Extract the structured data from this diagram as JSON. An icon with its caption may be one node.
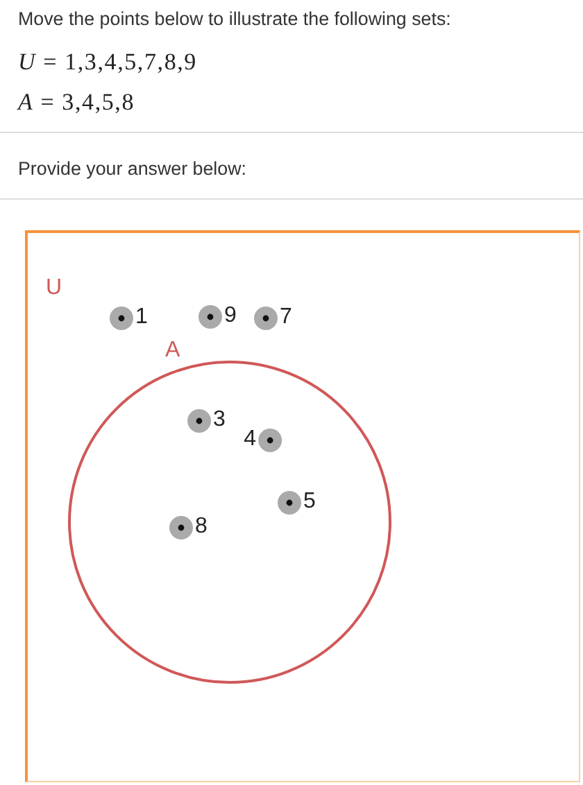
{
  "diagram": {
    "title": "Move the points below to illustrate the following sets:",
    "nodes": [
      {
        "text": [
          "U"
        ]
      },
      {
        "text": [],
        "shape": "circle",
        "beside": [
          "1"
        ],
        "in": 0
      },
      {
        "text": [],
        "shape": "circle",
        "beside": [
          "9"
        ],
        "in": 0
      },
      {
        "text": [],
        "shape": "circle",
        "beside": [
          "7"
        ],
        "in": 0
      },
      {
        "text": [
          "A"
        ],
        "in": 0
      },
      {
        "text": [],
        "shape": "circle",
        "beside": [
          "3"
        ],
        "in": 4
      },
      {
        "text": [],
        "shape": "circle",
        "beside": [
          "4"
        ],
        "in": 4
      },
      {
        "text": [],
        "shape": "circle",
        "beside": [
          "5"
        ],
        "in": 4
      },
      {
        "text": [],
        "shape": "circle",
        "beside": [
          "8"
        ],
        "in": 4
      }
    ],
    "labels": [
      "*U* = 1,3,4,5,7,8,9",
      "*A* = 3,4,5,8",
      "Provide your answer below:"
    ]
  }
}
